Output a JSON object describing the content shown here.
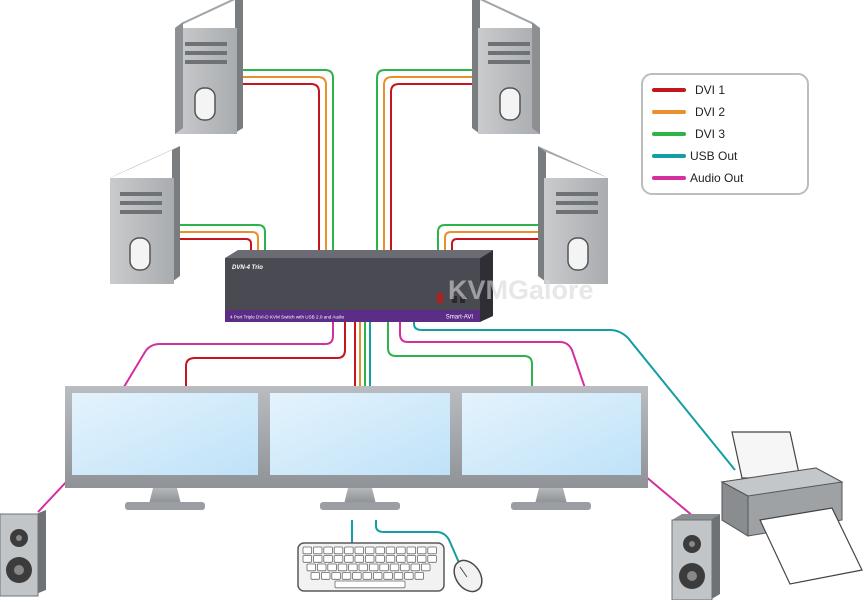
{
  "device": {
    "model": "DVN-4 Trio",
    "description": "4 Port Triple DVI-D KVM Switch with USB 2.0 and Audio",
    "brand": "Smart-AVI"
  },
  "watermark": "KVMGalore",
  "legend": [
    {
      "label": "DVI 1",
      "color": "#c4161c"
    },
    {
      "label": "DVI 2",
      "color": "#e8902c"
    },
    {
      "label": "DVI 3",
      "color": "#2db34a"
    },
    {
      "label": "USB Out",
      "color": "#139ea4"
    },
    {
      "label": "Audio Out",
      "color": "#d32fa0"
    }
  ],
  "colors": {
    "dvi1": "#c4161c",
    "dvi2": "#e8902c",
    "dvi3": "#2db34a",
    "usb": "#139ea4",
    "audio": "#d32fa0",
    "chassis": "#4a4a52",
    "accent": "#5b2d86"
  },
  "icons": [
    "pc-tower-icon",
    "kvm-switch-icon",
    "monitor-icon",
    "speaker-icon",
    "keyboard-icon",
    "mouse-icon",
    "printer-icon"
  ]
}
